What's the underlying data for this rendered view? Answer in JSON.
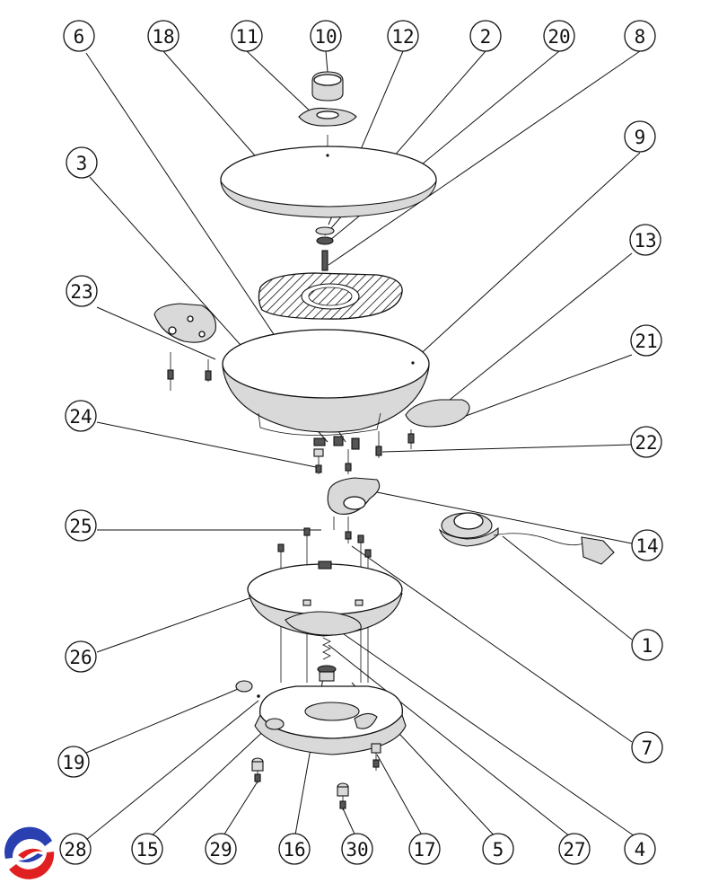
{
  "figure": {
    "type": "exploded parts diagram",
    "subject": "electric wok"
  },
  "callouts": [
    {
      "label": "6"
    },
    {
      "label": "18"
    },
    {
      "label": "11"
    },
    {
      "label": "10"
    },
    {
      "label": "12"
    },
    {
      "label": "2"
    },
    {
      "label": "20"
    },
    {
      "label": "8"
    },
    {
      "label": "9"
    },
    {
      "label": "3"
    },
    {
      "label": "13"
    },
    {
      "label": "23"
    },
    {
      "label": "21"
    },
    {
      "label": "24"
    },
    {
      "label": "22"
    },
    {
      "label": "25"
    },
    {
      "label": "14"
    },
    {
      "label": "1"
    },
    {
      "label": "26"
    },
    {
      "label": "7"
    },
    {
      "label": "19"
    },
    {
      "label": "28"
    },
    {
      "label": "15"
    },
    {
      "label": "29"
    },
    {
      "label": "16"
    },
    {
      "label": "30"
    },
    {
      "label": "17"
    },
    {
      "label": "5"
    },
    {
      "label": "27"
    },
    {
      "label": "4"
    }
  ],
  "logo": {
    "name": "brand-logo",
    "colors": {
      "blue": "#2a3fb0",
      "red": "#e02020"
    }
  }
}
